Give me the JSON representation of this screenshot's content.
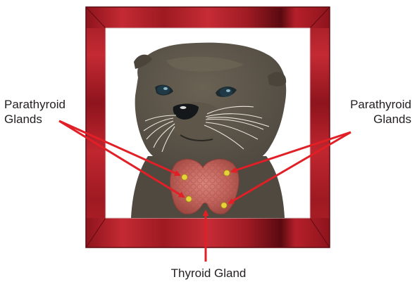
{
  "labels": {
    "parathyroid_left": {
      "line1": "Parathyroid",
      "line2": "Glands"
    },
    "parathyroid_right": {
      "line1": "Parathyroid",
      "line2": "Glands"
    },
    "thyroid": "Thyroid Gland"
  },
  "colors": {
    "frame": "#b5202a",
    "frame_dark": "#6e0d14",
    "mat": "#ffffff",
    "otter_body": "#595245",
    "otter_dark": "#3f3a31",
    "thyroid": "#c96a63",
    "parathyroid": "#e8d23a",
    "arrow": "#e01f26"
  }
}
